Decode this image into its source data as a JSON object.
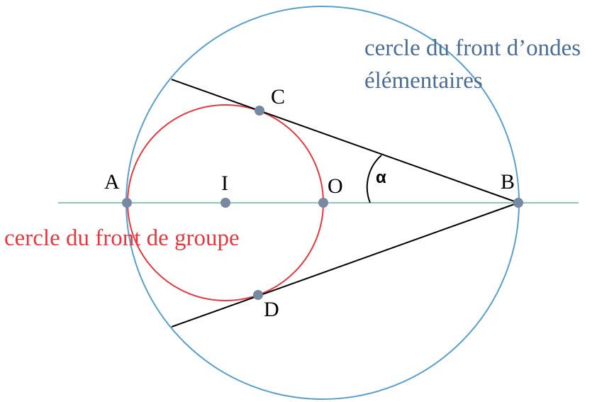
{
  "colors": {
    "wavefront_circle": "#5aa0cc",
    "group_circle": "#e8383f",
    "axis_line": "#84d1b2",
    "tangent_lines": "#000000",
    "points": "#7788a3",
    "wavefront_label": "#4a6d96",
    "group_label": "#e8383f",
    "point_label": "#000000"
  },
  "labels": {
    "wavefront_line1": "cercle du front d’ondes",
    "wavefront_line2": "élémentaires",
    "group": "cercle du front de groupe",
    "angle": "α"
  },
  "points": {
    "A": "A",
    "I": "I",
    "O": "O",
    "B": "B",
    "C": "C",
    "D": "D"
  }
}
